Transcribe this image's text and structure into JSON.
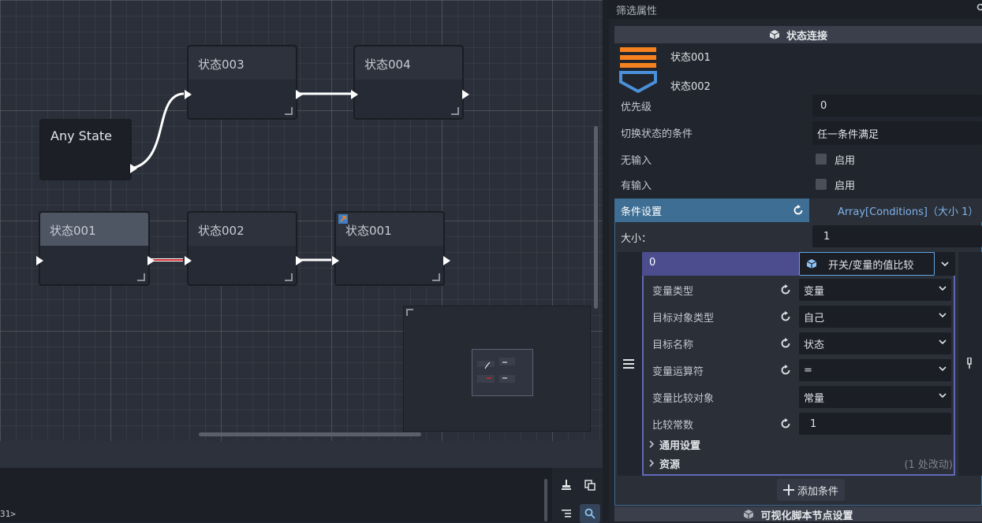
{
  "graph": {
    "nodes": {
      "any": "Any State",
      "s003": "状态003",
      "s004": "状态004",
      "s001a": "状态001",
      "s002": "状态002",
      "s001b": "状态001"
    }
  },
  "console": {
    "text": "31>"
  },
  "inspector": {
    "filter_placeholder": "筛选属性",
    "section_title": "状态连接",
    "transition": {
      "from": "状态001",
      "to": "状态002"
    },
    "priority": {
      "label": "优先级",
      "value": "0"
    },
    "switch_condition": {
      "label": "切换状态的条件",
      "value": "任一条件满足"
    },
    "no_input": {
      "label": "无输入",
      "checkbox_label": "启用"
    },
    "has_input": {
      "label": "有输入",
      "checkbox_label": "启用"
    },
    "conditions": {
      "label": "条件设置",
      "array_value": "Array[Conditions]（大小 1）",
      "size_label": "大小：",
      "size_value": "1",
      "item_index": "0",
      "item_type": "开关/变量的值比较",
      "fields": {
        "var_type": {
          "label": "变量类型",
          "value": "变量"
        },
        "target_type": {
          "label": "目标对象类型",
          "value": "自己"
        },
        "target_name": {
          "label": "目标名称",
          "value": "状态"
        },
        "operator": {
          "label": "变量运算符",
          "value": "="
        },
        "compare_target": {
          "label": "变量比较对象",
          "value": "常量"
        },
        "compare_const": {
          "label": "比较常数",
          "value": "1"
        }
      },
      "general_settings": "通用设置",
      "resource": "资源",
      "resource_changes": "(1 处改动)",
      "add_button": "添加条件"
    },
    "footer_section": "可视化脚本节点设置"
  },
  "colors": {
    "accent_blue": "#3f6e94",
    "purple": "#4b4d8f",
    "item_border": "#6268b8",
    "dropdown_border": "#5aa5e6",
    "orange": "#f5821f"
  }
}
